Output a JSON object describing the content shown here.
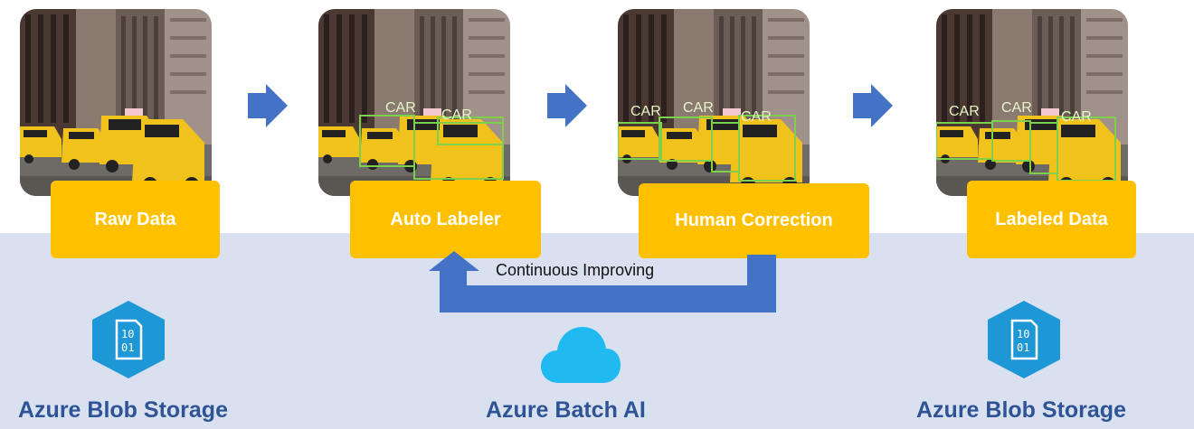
{
  "stages": [
    {
      "label": "Raw Data"
    },
    {
      "label": "Auto Labeler"
    },
    {
      "label": "Human Correction"
    },
    {
      "label": "Labeled Data"
    }
  ],
  "box_label": "CAR",
  "loop": {
    "label": "Continuous Improving"
  },
  "services": {
    "left": {
      "caption": "Azure Blob Storage",
      "icon_text_1": "10",
      "icon_text_2": "01"
    },
    "center": {
      "caption": "Azure Batch AI"
    },
    "right": {
      "caption": "Azure Blob Storage",
      "icon_text_1": "10",
      "icon_text_2": "01"
    }
  },
  "colors": {
    "stage": "#ffc000",
    "arrow": "#4472c4",
    "band": "#d9e1f0",
    "caption": "#2e5496",
    "cloud": "#20b9f0",
    "storage": "#1e97d6",
    "bbox": "#7ed04c"
  }
}
